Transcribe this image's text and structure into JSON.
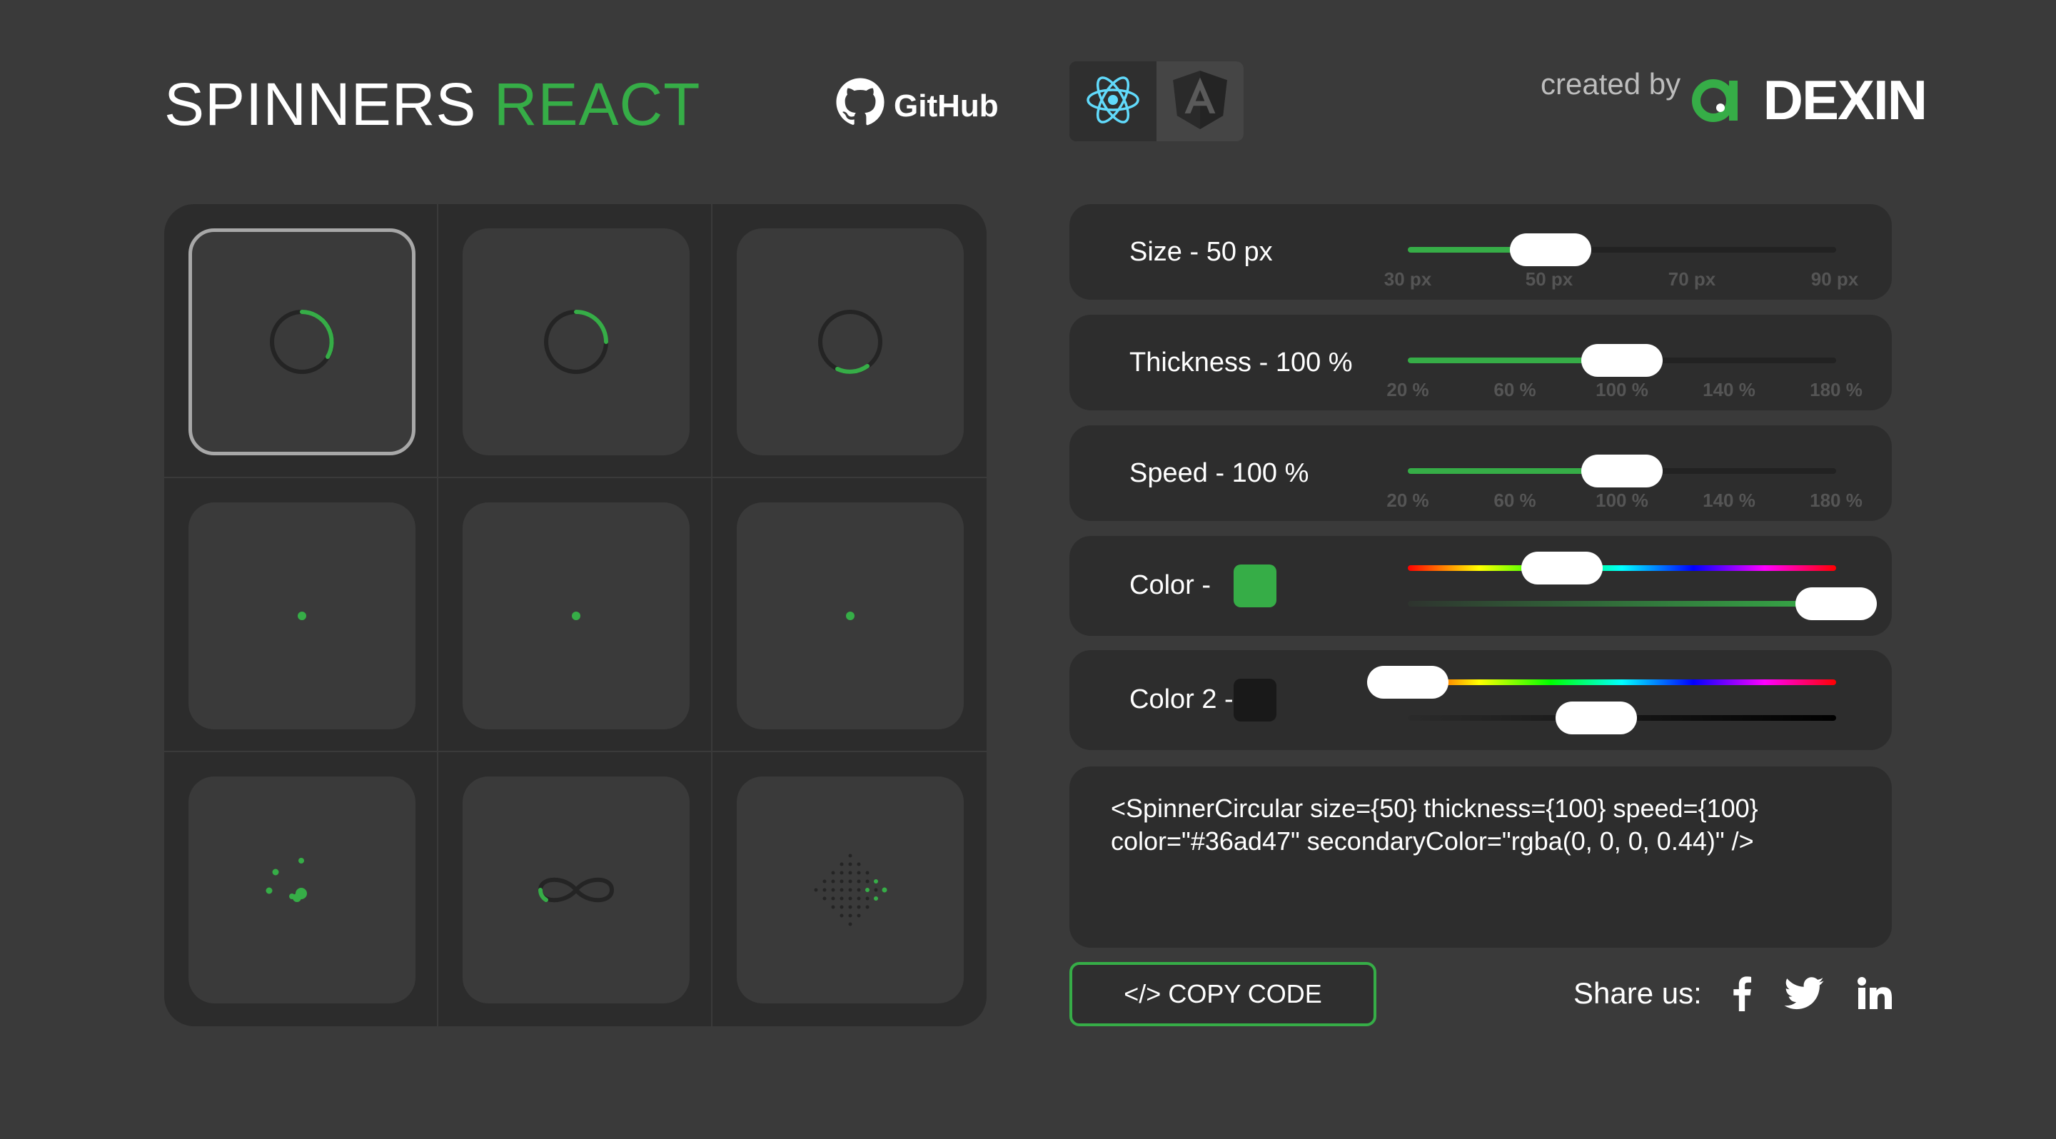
{
  "header": {
    "brand_part1": "SPINNERS",
    "brand_part2": "REACT",
    "github_label": "GitHub",
    "frameworks": [
      {
        "name": "React",
        "icon": "react-icon",
        "active": true
      },
      {
        "name": "Angular",
        "icon": "angular-icon",
        "active": false
      }
    ],
    "created_by": "created by",
    "logo_text": "DEXIN"
  },
  "spinners": [
    {
      "icon": "spinner-circular-icon",
      "selected": true
    },
    {
      "icon": "spinner-circular-fixed-icon",
      "selected": false
    },
    {
      "icon": "spinner-circular-split-icon",
      "selected": false
    },
    {
      "icon": "spinner-round-icon",
      "selected": false
    },
    {
      "icon": "spinner-round-outlined-icon",
      "selected": false
    },
    {
      "icon": "spinner-round-filled-icon",
      "selected": false
    },
    {
      "icon": "spinner-dotted-icon",
      "selected": false
    },
    {
      "icon": "spinner-infinity-icon",
      "selected": false
    },
    {
      "icon": "spinner-diamond-icon",
      "selected": false
    }
  ],
  "controls": {
    "size": {
      "label": "Size - 50 px",
      "value_fraction": 0.333,
      "ticks": [
        "30 px",
        "50 px",
        "70 px",
        "90 px"
      ]
    },
    "thickness": {
      "label": "Thickness - 100 %",
      "value_fraction": 0.5,
      "ticks": [
        "20 %",
        "60 %",
        "100 %",
        "140 %",
        "180 %"
      ]
    },
    "speed": {
      "label": "Speed - 100 %",
      "value_fraction": 0.5,
      "ticks": [
        "20 %",
        "60 %",
        "100 %",
        "140 %",
        "180 %"
      ]
    },
    "color": {
      "label": "Color -",
      "value": "#36ad47",
      "hue_fraction": 0.36,
      "alpha_fraction": 1.0
    },
    "color2": {
      "label": "Color 2 -",
      "value": "rgba(0, 0, 0, 0.44)",
      "hue_fraction": 0.0,
      "alpha_fraction": 0.44
    }
  },
  "code": {
    "line1": "<SpinnerCircular size={50} thickness={100} speed={100}",
    "line2": "color=\"#36ad47\" secondaryColor=\"rgba(0, 0, 0, 0.44)\" />"
  },
  "copy_button_label": "</> COPY CODE",
  "share_label": "Share us:",
  "social": [
    {
      "icon": "facebook-icon"
    },
    {
      "icon": "twitter-icon"
    },
    {
      "icon": "linkedin-icon"
    }
  ],
  "colors": {
    "accent": "#36ad47",
    "background": "#3a3a3a",
    "panel": "#2d2d2d"
  }
}
